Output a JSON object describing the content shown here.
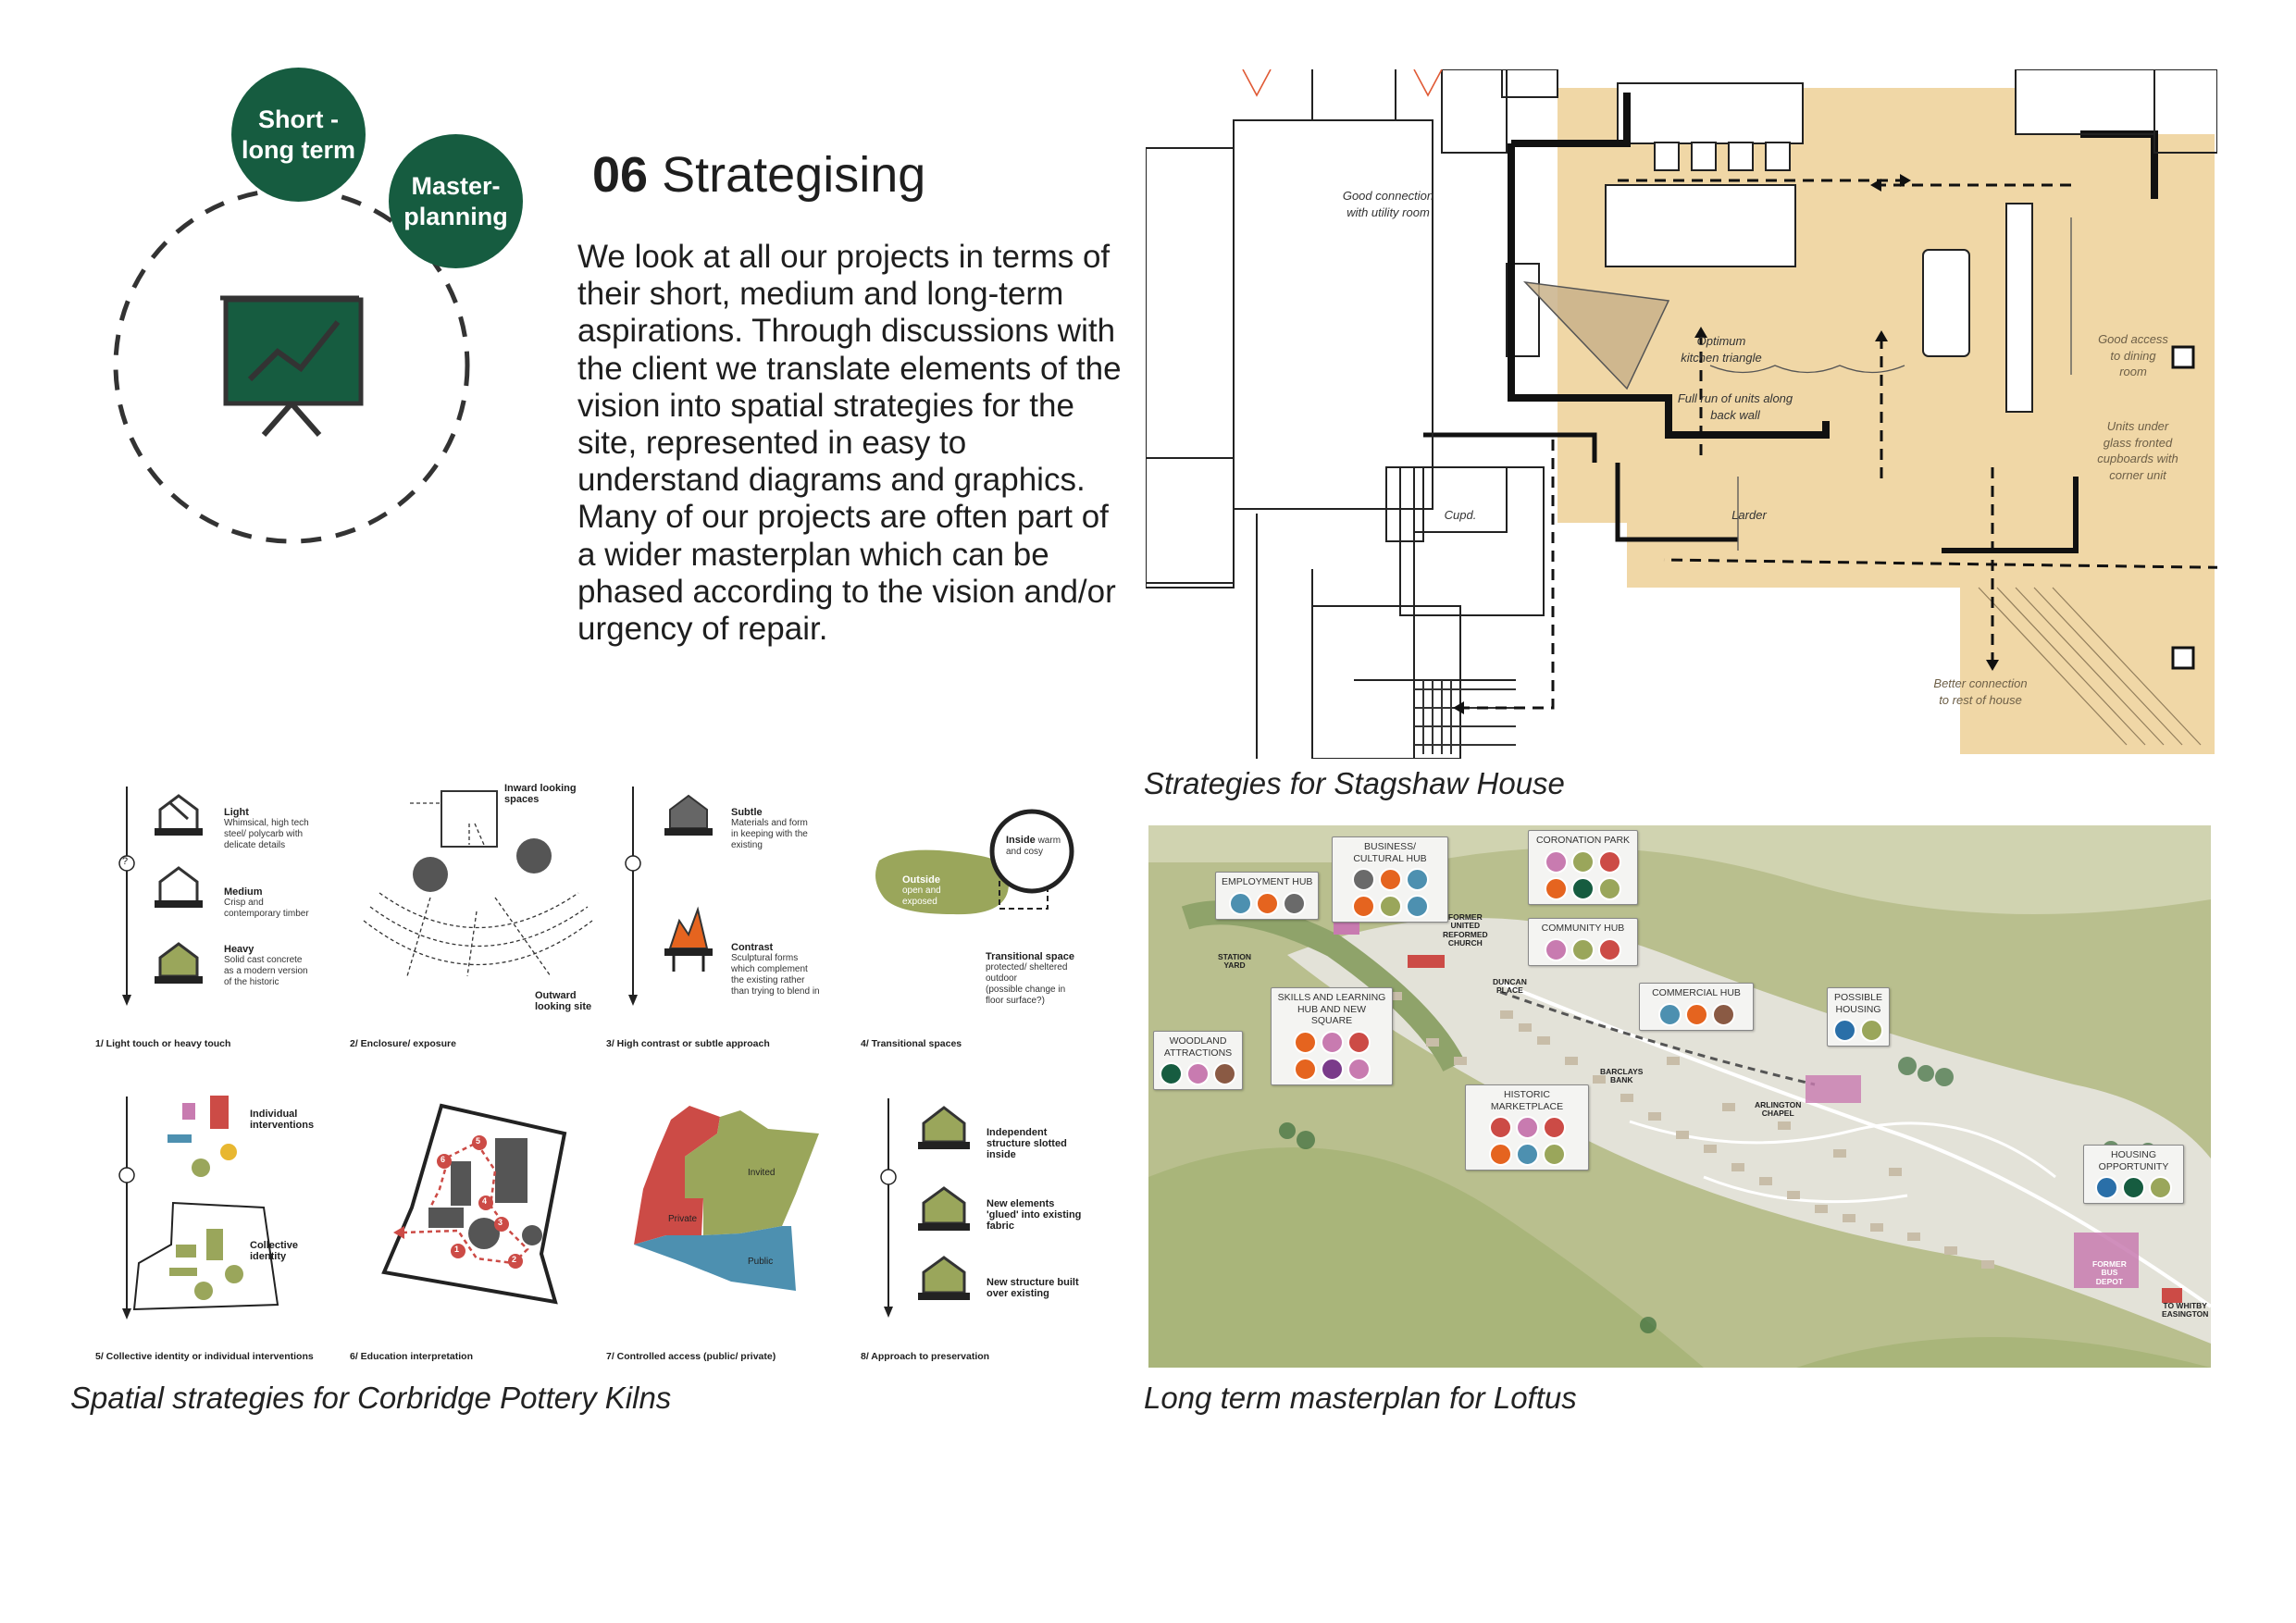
{
  "section": {
    "number": "06",
    "title": "Strategising",
    "intro": "We look at all our projects in terms of their short, medium and long-term aspirations. Through discussions with the client we translate elements of the vision into spatial strategies for the site, represented in easy to understand diagrams and graphics. Many of our projects are often part of a wider masterplan which can be phased according to the vision and/or urgency of repair."
  },
  "badges": [
    {
      "line1": "Short -",
      "line2": "long term"
    },
    {
      "line1": "Master-",
      "line2": "planning"
    }
  ],
  "colors": {
    "green": "#165c40",
    "olive": "#9aa65b",
    "red": "#cc4b46",
    "blue": "#4d90b0",
    "orange": "#e5641f",
    "plan_fill": "#f0d7a6"
  },
  "icons": {
    "presentation": "presentation-board-icon"
  },
  "stagshaw": {
    "caption": "Strategies for Stagshaw House",
    "labels": {
      "good_connection": [
        "Good connection",
        "with utility room"
      ],
      "kitchen_triangle": [
        "Optimum",
        "kitchen triangle"
      ],
      "full_run": [
        "Full run of units along",
        "back wall"
      ],
      "cupd": "Cupd.",
      "larder": "Larder",
      "good_access": [
        "Good access",
        "to dining",
        "room"
      ],
      "units_under": [
        "Units under",
        "glass fronted",
        "cupboards with",
        "corner unit"
      ],
      "better_connection": [
        "Better connection",
        "to rest of house"
      ]
    }
  },
  "corbridge": {
    "caption": "Spatial strategies for Corbridge Pottery Kilns",
    "diagrams": [
      {
        "caption": "1/ Light touch or heavy touch",
        "items": [
          {
            "title": "Light",
            "text": [
              "Whimsical, high tech",
              "steel/ polycarb with",
              "delicate details"
            ]
          },
          {
            "title": "Medium",
            "text": [
              "Crisp and",
              "contemporary timber"
            ]
          },
          {
            "title": "Heavy",
            "text": [
              "Solid cast concrete",
              "as a modern version",
              "of the historic"
            ]
          }
        ]
      },
      {
        "caption": "2/ Enclosure/ exposure",
        "labels": {
          "inward": [
            "Inward looking",
            "spaces"
          ],
          "outward": [
            "Outward",
            "looking site"
          ]
        }
      },
      {
        "caption": "3/ High contrast or subtle approach",
        "items": [
          {
            "title": "Subtle",
            "text": [
              "Materials and form",
              "in keeping with the",
              "existing"
            ]
          },
          {
            "title": "Contrast",
            "text": [
              "Sculptural forms",
              "which complement",
              "the existing rather",
              "than trying to blend in"
            ]
          }
        ]
      },
      {
        "caption": "4/ Transitional spaces",
        "labels": {
          "inside_title": "Inside",
          "inside_text": [
            "warm",
            "and cosy"
          ],
          "outside_title": "Outside",
          "outside_text": [
            "open and",
            "exposed"
          ],
          "transitional_title": "Transitional space",
          "transitional_text": [
            "protected/ sheltered",
            "outdoor",
            "(possible change in",
            "floor surface?)"
          ]
        }
      },
      {
        "caption": "5/ Collective identity or individual interventions",
        "labels": {
          "individual": [
            "Individual",
            "interventions"
          ],
          "collective": [
            "Collective",
            "identity"
          ]
        }
      },
      {
        "caption": "6/ Education interpretation",
        "numbers": [
          "1",
          "2",
          "3",
          "4",
          "5",
          "6"
        ]
      },
      {
        "caption": "7/ Controlled access (public/ private)",
        "labels": {
          "private": "Private",
          "invited": "Invited",
          "public": "Public"
        }
      },
      {
        "caption": "8/ Approach to preservation",
        "items": [
          {
            "title": [
              "Independent",
              "structure slotted",
              "inside"
            ]
          },
          {
            "title": [
              "New elements",
              "'glued' into existing",
              "fabric"
            ]
          },
          {
            "title": [
              "New structure built",
              "over existing"
            ]
          }
        ]
      }
    ],
    "question_mark": "?"
  },
  "loftus": {
    "caption": "Long term masterplan for Loftus",
    "hubs": [
      {
        "name": [
          "EMPLOYMENT HUB"
        ],
        "icons": [
          "#4d90b0",
          "#e5641f",
          "#6a6a6a"
        ]
      },
      {
        "name": [
          "BUSINESS/",
          "CULTURAL HUB"
        ],
        "icons": [
          "#6a6a6a",
          "#e5641f",
          "#4d90b0",
          "#e5641f",
          "#9aa65b",
          "#4d90b0"
        ]
      },
      {
        "name": [
          "CORONATION PARK"
        ],
        "icons": [
          "#c87bb0",
          "#9aa65b",
          "#cc4b46",
          "#e5641f",
          "#165c40",
          "#9aa65b"
        ]
      },
      {
        "name": [
          "COMMUNITY HUB"
        ],
        "icons": [
          "#c87bb0",
          "#9aa65b",
          "#cc4b46"
        ]
      },
      {
        "name": [
          "SKILLS AND LEARNING",
          "HUB AND NEW",
          "SQUARE"
        ],
        "icons": [
          "#e5641f",
          "#c87bb0",
          "#cc4b46",
          "#e5641f",
          "#7a3b8a",
          "#c87bb0"
        ]
      },
      {
        "name": [
          "COMMERCIAL HUB"
        ],
        "icons": [
          "#4d90b0",
          "#e5641f",
          "#8a5a44"
        ]
      },
      {
        "name": [
          "POSSIBLE",
          "HOUSING"
        ],
        "icons": [
          "#2a6fa8",
          "#9aa65b"
        ]
      },
      {
        "name": [
          "WOODLAND",
          "ATTRACTIONS"
        ],
        "icons": [
          "#165c40",
          "#c87bb0",
          "#8a5a44"
        ]
      },
      {
        "name": [
          "HISTORIC MARKETPLACE"
        ],
        "icons": [
          "#cc4b46",
          "#c87bb0",
          "#cc4b46",
          "#e5641f",
          "#4d90b0",
          "#9aa65b"
        ]
      },
      {
        "name": [
          "HOUSING",
          "OPPORTUNITY"
        ],
        "icons": [
          "#2a6fa8",
          "#165c40",
          "#9aa65b"
        ]
      }
    ],
    "places": {
      "station_yard": [
        "STATION",
        "YARD"
      ],
      "former_church": [
        "FORMER",
        "UNITED",
        "REFORMED",
        "CHURCH"
      ],
      "duncan_place": [
        "DUNCAN",
        "PLACE"
      ],
      "barclays_bank": [
        "BARCLAYS",
        "BANK"
      ],
      "arlington_chapel": [
        "ARLINGTON",
        "CHAPEL"
      ],
      "former_bus_depot": [
        "FORMER",
        "BUS",
        "DEPOT"
      ],
      "to_whitby": [
        "TO WHITBY",
        "EASINGTON"
      ]
    }
  }
}
